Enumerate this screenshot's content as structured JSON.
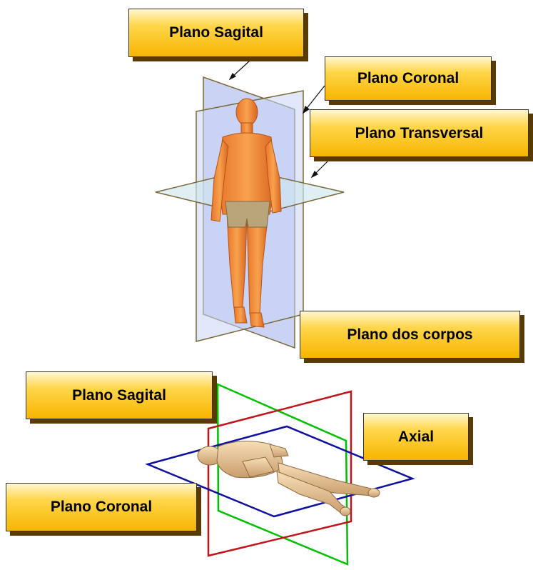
{
  "top_diagram": {
    "labels": {
      "sagittal": "Plano Sagital",
      "coronal": "Plano Coronal",
      "transverse": "Plano Transversal",
      "bodies": "Plano dos corpos"
    }
  },
  "bottom_diagram": {
    "labels": {
      "sagittal": "Plano Sagital",
      "axial": "Axial",
      "coronal": "Plano Coronal"
    }
  },
  "colors": {
    "label_gradient_top": "#fff7d0",
    "label_gradient_bottom": "#f7b500",
    "label_shadow": "#5a3a00",
    "sagittal_plane": "#b9c4f0",
    "transverse_plane": "#cfe7ee",
    "plane_edge": "#7a6a3a",
    "body_skin": "#f0913a",
    "bottom_green": "#00c000",
    "bottom_red": "#c0151a",
    "bottom_blue": "#1010a0",
    "reclining_skin": "#e8c79a"
  }
}
